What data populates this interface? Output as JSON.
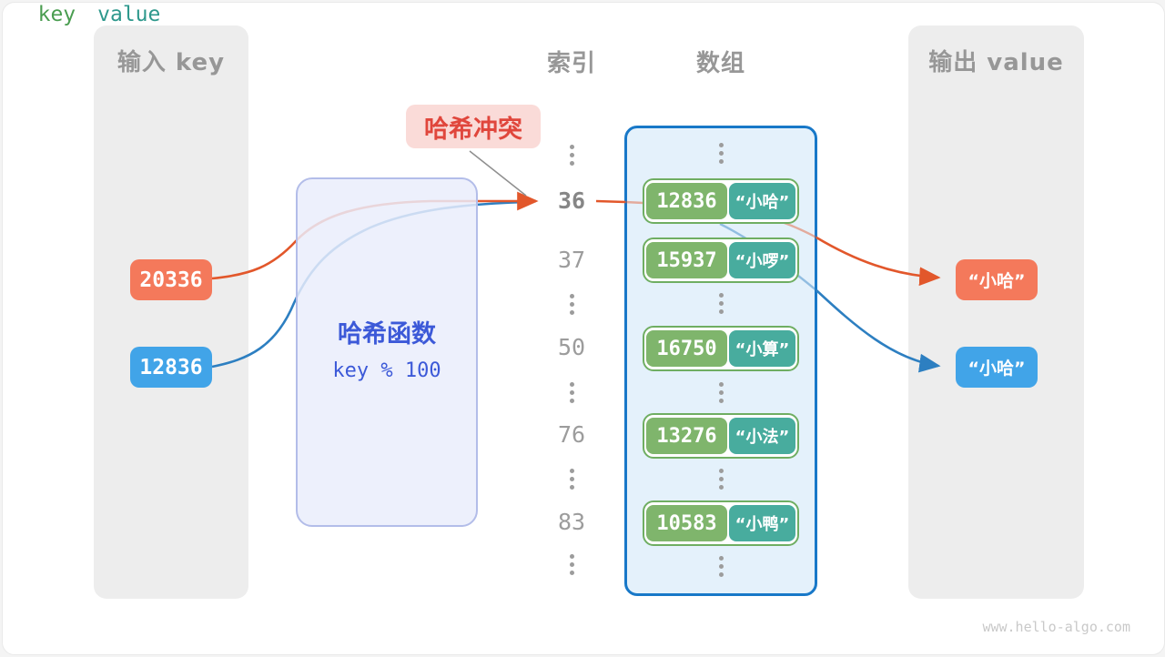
{
  "page": {
    "watermark": "www.hello-algo.com",
    "ellipsis_glyph": "⋮"
  },
  "colors": {
    "orange_accent": "#f4795b",
    "blue_accent": "#41a4e8",
    "orange_stroke": "#e2572b",
    "blue_stroke": "#2d7fc1",
    "key_cell_green": "#7fb56c",
    "value_cell_teal": "#48ac9e",
    "array_border_blue": "#1878c8",
    "hash_text_blue": "#3c59d8",
    "collision_red": "#e0463c",
    "collision_bg": "#fadbd8",
    "panel_gray": "#ededed"
  },
  "input_panel": {
    "title": "输入 key",
    "keys": [
      {
        "value": "20336",
        "color": "orange"
      },
      {
        "value": "12836",
        "color": "blue"
      }
    ]
  },
  "hash_box": {
    "title": "哈希函数",
    "formula": "key % 100"
  },
  "collision_label": "哈希冲突",
  "index_column": {
    "title": "索引",
    "items": [
      "⋮",
      "36",
      "37",
      "⋮",
      "50",
      "⋮",
      "76",
      "⋮",
      "83",
      "⋮"
    ]
  },
  "array_panel": {
    "title": "数组",
    "key_header": "key",
    "value_header": "value",
    "rows": [
      {
        "key": "12836",
        "value": "“小哈”"
      },
      {
        "key": "15937",
        "value": "“小啰”"
      },
      {
        "key": "16750",
        "value": "“小算”"
      },
      {
        "key": "13276",
        "value": "“小法”"
      },
      {
        "key": "10583",
        "value": "“小鸭”"
      }
    ]
  },
  "output_panel": {
    "title": "输出 value",
    "values": [
      {
        "text": "“小哈”",
        "color": "orange"
      },
      {
        "text": "“小哈”",
        "color": "blue"
      }
    ]
  }
}
